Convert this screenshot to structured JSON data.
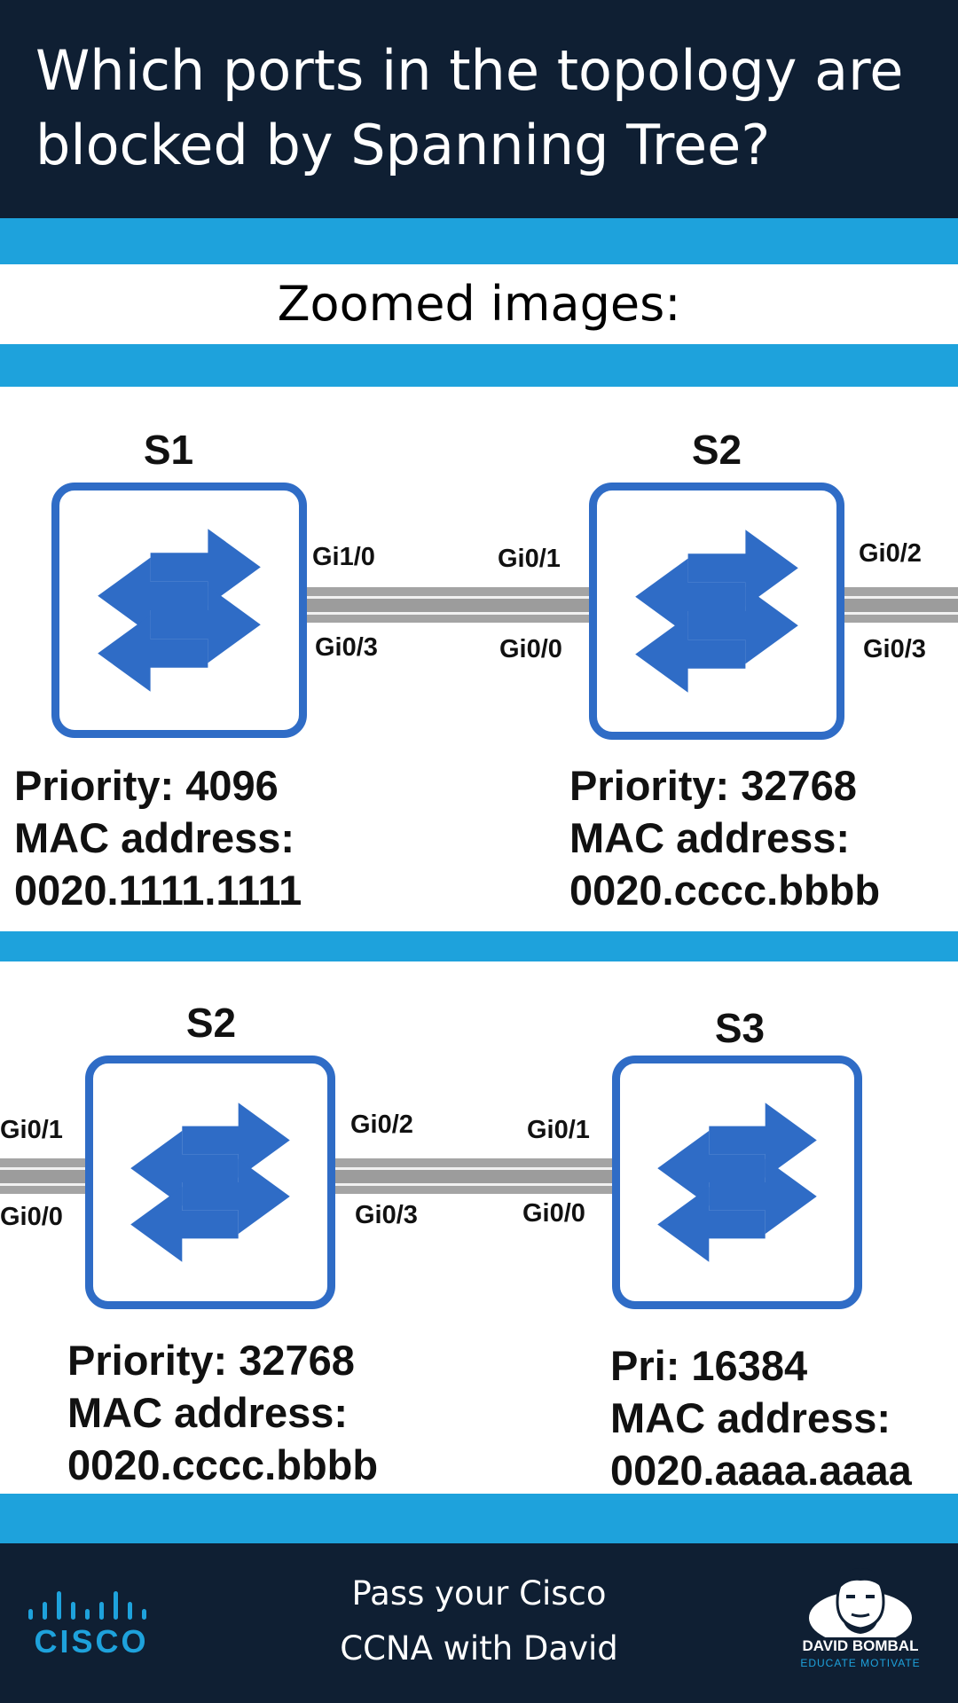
{
  "question": {
    "line1": "Which ports in the topology are",
    "line2": "blocked by Spanning Tree?"
  },
  "section_label": "Zoomed images:",
  "top_zoom": {
    "switch_a": {
      "name": "S1",
      "ports": {
        "upper": "Gi1/0",
        "lower": "Gi0/3"
      },
      "info": [
        "Priority: 4096",
        "MAC address:",
        "0020.1111.1111"
      ]
    },
    "switch_b": {
      "name": "S2",
      "ports": {
        "left_upper": "Gi0/1",
        "left_lower": "Gi0/0",
        "right_upper": "Gi0/2",
        "right_lower": "Gi0/3"
      },
      "info": [
        "Priority: 32768",
        "MAC address:",
        "0020.cccc.bbbb"
      ]
    }
  },
  "bottom_zoom": {
    "switch_a": {
      "name": "S2",
      "ports": {
        "left_upper": "Gi0/1",
        "left_lower": "Gi0/0",
        "right_upper": "Gi0/2",
        "right_lower": "Gi0/3"
      },
      "info": [
        "Priority: 32768",
        "MAC address:",
        "0020.cccc.bbbb"
      ]
    },
    "switch_b": {
      "name": "S3",
      "ports": {
        "upper": "Gi0/1",
        "lower": "Gi0/0"
      },
      "info": [
        "Pri: 16384",
        "MAC address:",
        "0020.aaaa.aaaa"
      ]
    }
  },
  "footer": {
    "tagline_line1": "Pass your Cisco",
    "tagline_line2": "CCNA with David",
    "cisco_logo_text": "CISCO",
    "bombal_logo_name": "DAVID BOMBAL",
    "bombal_logo_tagline": "EDUCATE MOTIVATE"
  },
  "icons": {
    "switch": "network-switch-icon",
    "cisco": "cisco-logo",
    "bombal": "david-bombal-logo"
  },
  "colors": {
    "header_bg": "#0f1f33",
    "band": "#1ea2dc",
    "switch_blue": "#2f6cc6",
    "link_gray": "#a4a4a4"
  }
}
